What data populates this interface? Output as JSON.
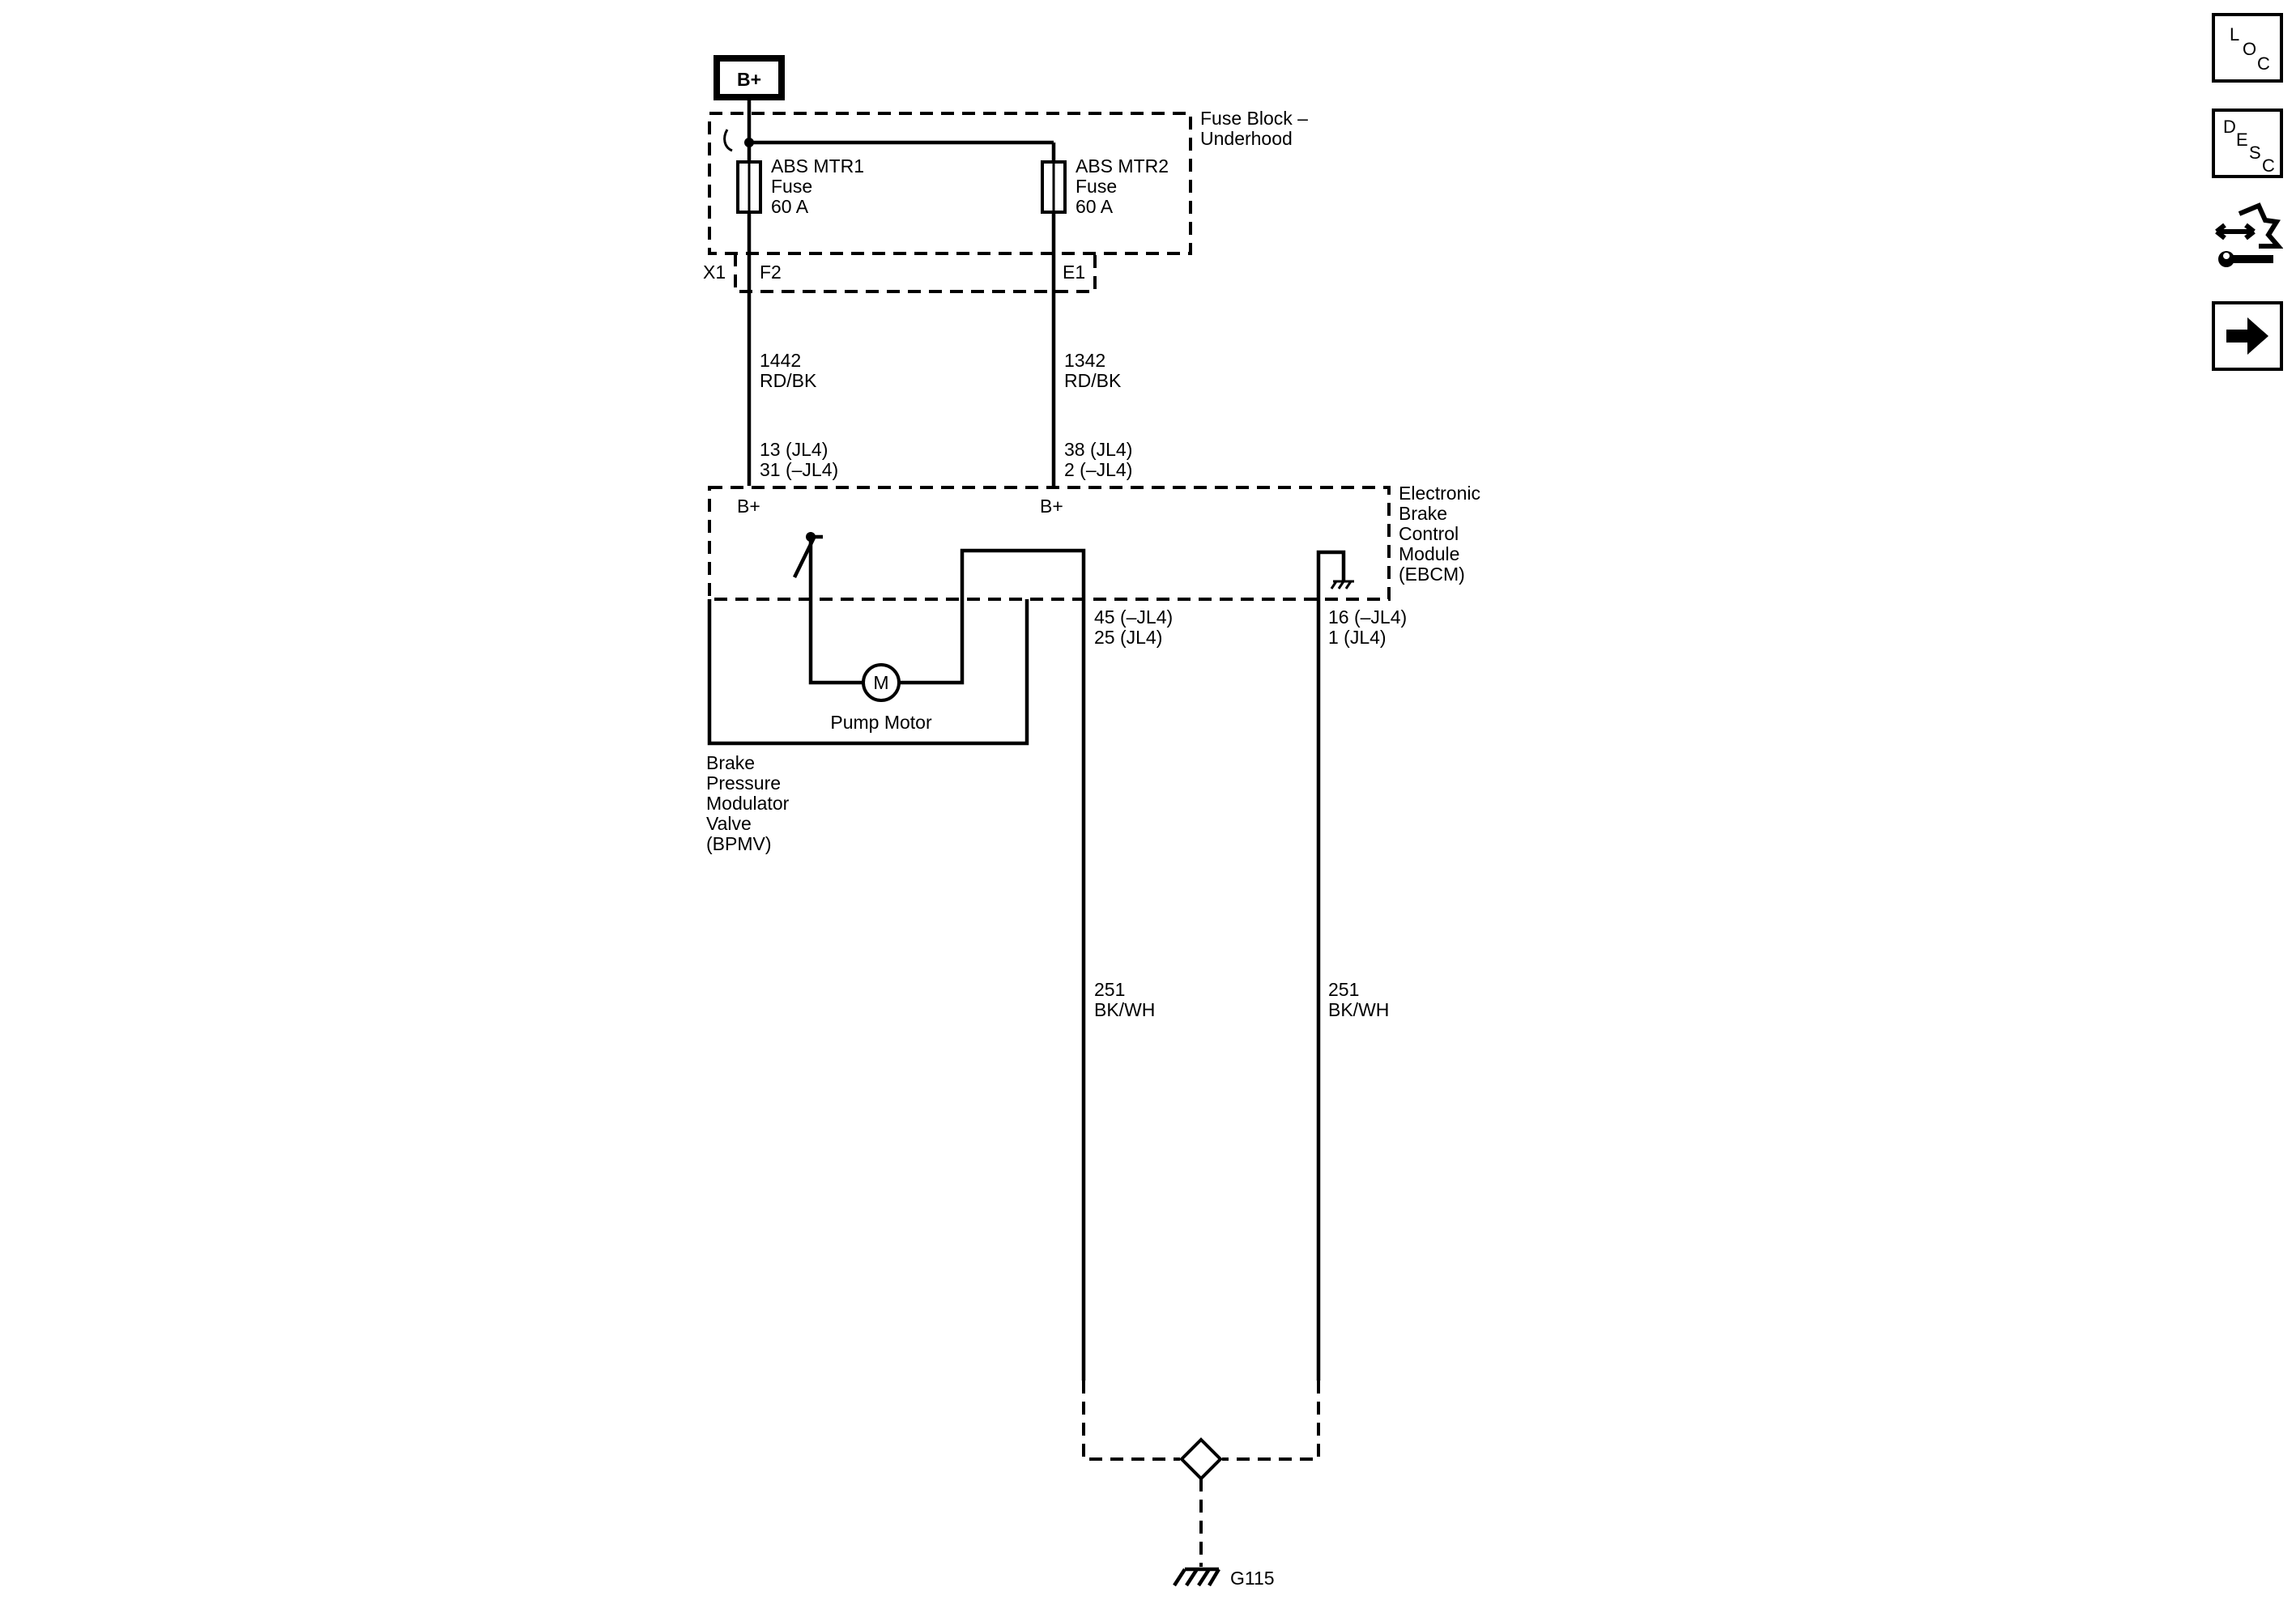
{
  "supply": {
    "label": "B+"
  },
  "fuse_block": {
    "name_line1": "Fuse Block –",
    "name_line2": "Underhood",
    "connector": "X1",
    "fuses": [
      {
        "line1": "ABS MTR1",
        "line2": "Fuse",
        "line3": "60 A",
        "terminal": "F2"
      },
      {
        "line1": "ABS MTR2",
        "line2": "Fuse",
        "line3": "60 A",
        "terminal": "E1"
      }
    ]
  },
  "circuits": {
    "left_power": {
      "number": "1442",
      "color": "RD/BK",
      "pin_a": "13 (JL4)",
      "pin_b": "31 (–JL4)"
    },
    "right_power": {
      "number": "1342",
      "color": "RD/BK",
      "pin_a": "38 (JL4)",
      "pin_b": "2 (–JL4)"
    },
    "ground_a": {
      "pin_a": "45 (–JL4)",
      "pin_b": "25 (JL4)",
      "number": "251",
      "color": "BK/WH"
    },
    "ground_b": {
      "pin_a": "16 (–JL4)",
      "pin_b": "1 (JL4)",
      "number": "251",
      "color": "BK/WH"
    }
  },
  "ebcm": {
    "b_plus_left": "B+",
    "b_plus_right": "B+",
    "name_lines": [
      "Electronic",
      "Brake",
      "Control",
      "Module",
      "(EBCM)"
    ]
  },
  "pump_motor": {
    "symbol": "M",
    "label": "Pump Motor"
  },
  "bpmv": {
    "name_lines": [
      "Brake",
      "Pressure",
      "Modulator",
      "Valve",
      "(BPMV)"
    ]
  },
  "ground": {
    "label": "G115"
  },
  "nav": {
    "loc": {
      "letters": [
        "L",
        "O",
        "C"
      ]
    },
    "desc": {
      "letters": [
        "D",
        "E",
        "S",
        "C"
      ]
    },
    "connector_icon": "connector-end-view-icon",
    "next_icon": "right-arrow-icon"
  }
}
